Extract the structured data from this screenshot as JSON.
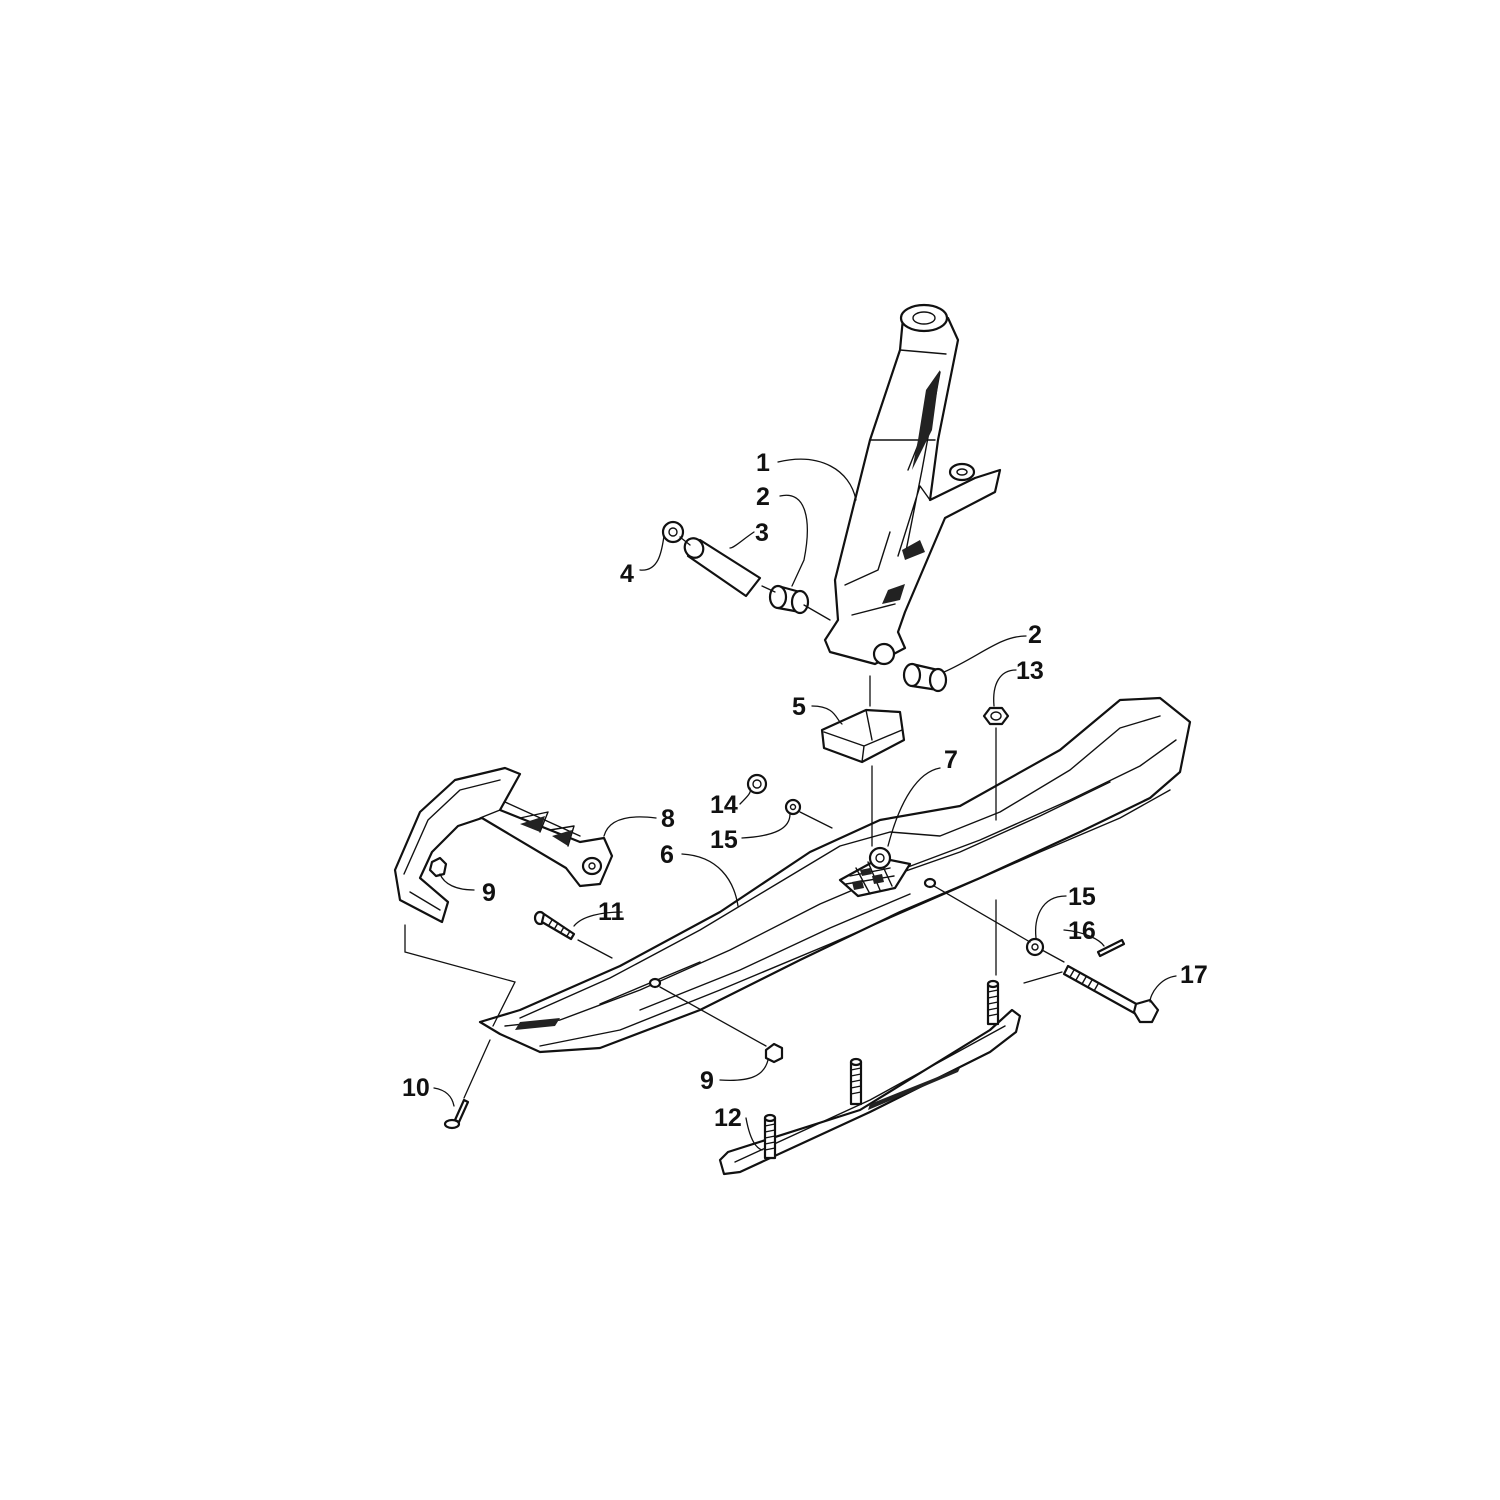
{
  "callouts": {
    "c1": "1",
    "c2a": "2",
    "c3": "3",
    "c4": "4",
    "c2b": "2",
    "c13": "13",
    "c5": "5",
    "c7": "7",
    "c14": "14",
    "c8": "8",
    "c15a": "15",
    "c6": "6",
    "c9a": "9",
    "c11": "11",
    "c15b": "15",
    "c16": "16",
    "c17": "17",
    "c9b": "9",
    "c10": "10",
    "c12": "12"
  },
  "colors": {
    "line": "#111111",
    "background": "#ffffff"
  }
}
